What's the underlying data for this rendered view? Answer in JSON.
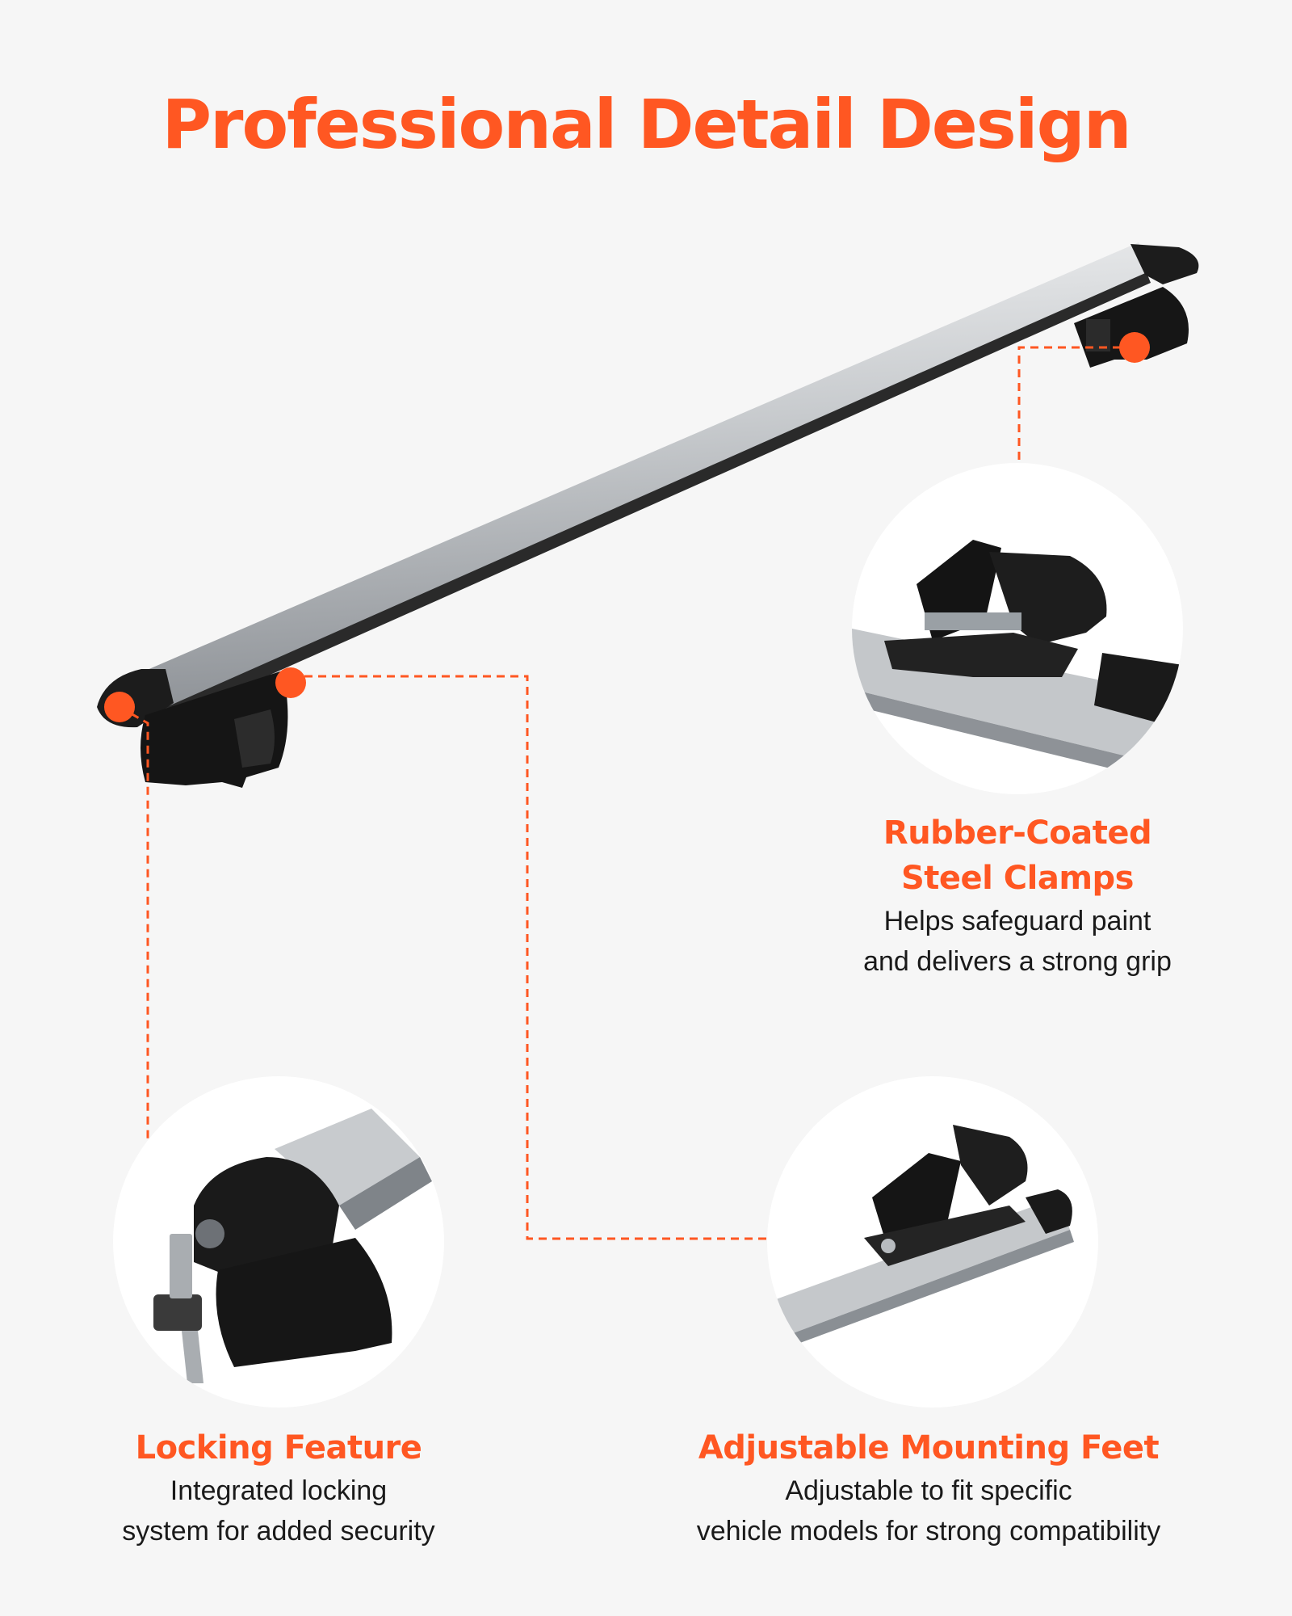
{
  "title": "Professional Detail Design",
  "colors": {
    "accent": "#ff5722",
    "text": "#1a1a1a",
    "background": "#f6f6f6",
    "circle_fill": "#ffffff",
    "bar_silver": "#c9cccf",
    "bar_dark": "#1c1c1c"
  },
  "features": [
    {
      "id": "rubber-clamps",
      "heading_line1": "Rubber-Coated",
      "heading_line2": "Steel Clamps",
      "desc_line1": "Helps safeguard paint",
      "desc_line2": "and delivers a strong grip"
    },
    {
      "id": "locking",
      "heading_line1": "Locking Feature",
      "desc_line1": "Integrated locking",
      "desc_line2": "system for added security"
    },
    {
      "id": "adjustable-feet",
      "heading_line1": "Adjustable Mounting Feet",
      "desc_line1": "Adjustable to fit specific",
      "desc_line2": "vehicle models for strong compatibility"
    }
  ]
}
